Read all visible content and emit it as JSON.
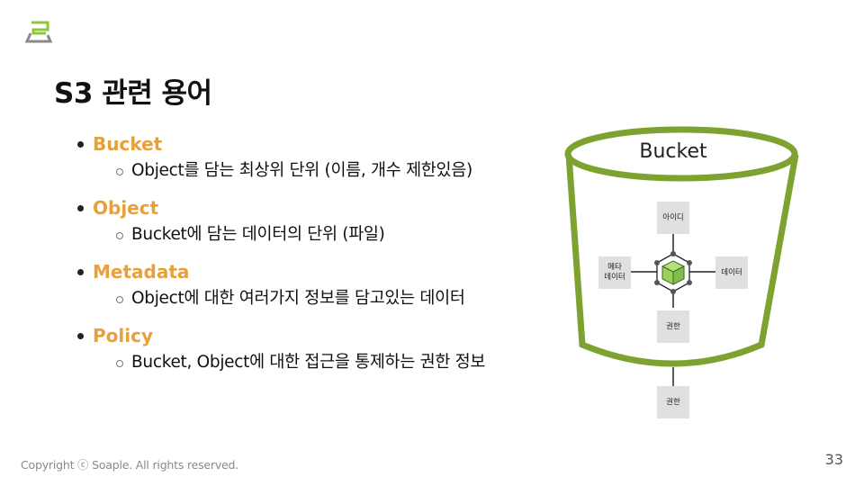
{
  "slide": {
    "title": "S3 관련 용어",
    "page_number": "33",
    "footer": "Copyright ⓒ Soaple. All rights reserved."
  },
  "colors": {
    "accent_orange": "#e8a03a",
    "bucket_green": "#7ea22f",
    "node_gray": "#e0e0e0",
    "logo_green": "#8cc63f",
    "logo_gray": "#888888"
  },
  "terms": [
    {
      "term": "Bucket",
      "description": "Object를 담는 최상위 단위 (이름, 개수 제한있음)"
    },
    {
      "term": "Object",
      "description": "Bucket에 담는 데이터의 단위 (파일)"
    },
    {
      "term": "Metadata",
      "description": "Object에 대한 여러가지 정보를 담고있는 데이터"
    },
    {
      "term": "Policy",
      "description": "Bucket, Object에 대한 접근을 통제하는 권한 정보"
    }
  ],
  "diagram": {
    "bucket_label": "Bucket",
    "center_icon": "cube-icon",
    "nodes": {
      "top": "아이디",
      "left": "메타\n데이터",
      "right": "데이터",
      "bottom": "권한",
      "outside": "권한"
    }
  }
}
